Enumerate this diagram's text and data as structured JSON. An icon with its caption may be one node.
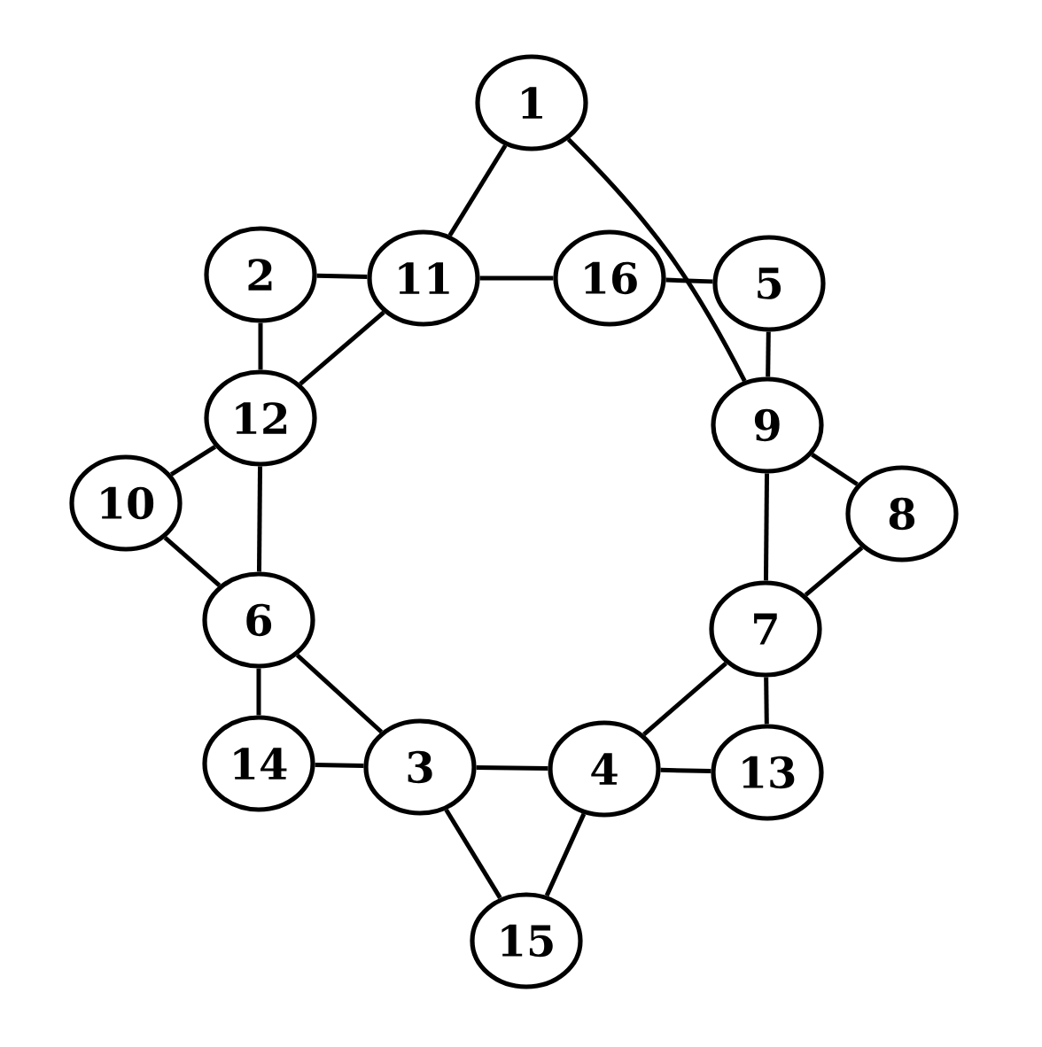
{
  "diagram": {
    "nodes": [
      {
        "text": [
          "1"
        ]
      },
      {
        "text": [
          "2"
        ]
      },
      {
        "text": [
          "11"
        ]
      },
      {
        "text": [
          "16"
        ]
      },
      {
        "text": [
          "5"
        ]
      },
      {
        "text": [
          "12"
        ]
      },
      {
        "text": [
          "9"
        ]
      },
      {
        "text": [
          "10"
        ]
      },
      {
        "text": [
          "8"
        ]
      },
      {
        "text": [
          "6"
        ]
      },
      {
        "text": [
          "7"
        ]
      },
      {
        "text": [
          "14"
        ]
      },
      {
        "text": [
          "3"
        ]
      },
      {
        "text": [
          "4"
        ]
      },
      {
        "text": [
          "13"
        ]
      },
      {
        "text": [
          "15"
        ]
      }
    ],
    "edges": [
      {
        "from": 0,
        "to": 2,
        "arrow": "none"
      },
      {
        "from": 0,
        "to": 6,
        "arrow": "none"
      },
      {
        "from": 1,
        "to": 2,
        "arrow": "none"
      },
      {
        "from": 2,
        "to": 3,
        "arrow": "none"
      },
      {
        "from": 3,
        "to": 4,
        "arrow": "none"
      },
      {
        "from": 1,
        "to": 5,
        "arrow": "none"
      },
      {
        "from": 2,
        "to": 5,
        "arrow": "none"
      },
      {
        "from": 5,
        "to": 7,
        "arrow": "none"
      },
      {
        "from": 5,
        "to": 9,
        "arrow": "none"
      },
      {
        "from": 7,
        "to": 9,
        "arrow": "none"
      },
      {
        "from": 4,
        "to": 6,
        "arrow": "none"
      },
      {
        "from": 6,
        "to": 8,
        "arrow": "none"
      },
      {
        "from": 6,
        "to": 10,
        "arrow": "none"
      },
      {
        "from": 8,
        "to": 10,
        "arrow": "none"
      },
      {
        "from": 10,
        "to": 14,
        "arrow": "none"
      },
      {
        "from": 10,
        "to": 13,
        "arrow": "none"
      },
      {
        "from": 13,
        "to": 14,
        "arrow": "none"
      },
      {
        "from": 9,
        "to": 11,
        "arrow": "none"
      },
      {
        "from": 9,
        "to": 12,
        "arrow": "none"
      },
      {
        "from": 11,
        "to": 12,
        "arrow": "none"
      },
      {
        "from": 12,
        "to": 13,
        "arrow": "none"
      },
      {
        "from": 12,
        "to": 15,
        "arrow": "none"
      },
      {
        "from": 13,
        "to": 15,
        "arrow": "none"
      }
    ]
  }
}
